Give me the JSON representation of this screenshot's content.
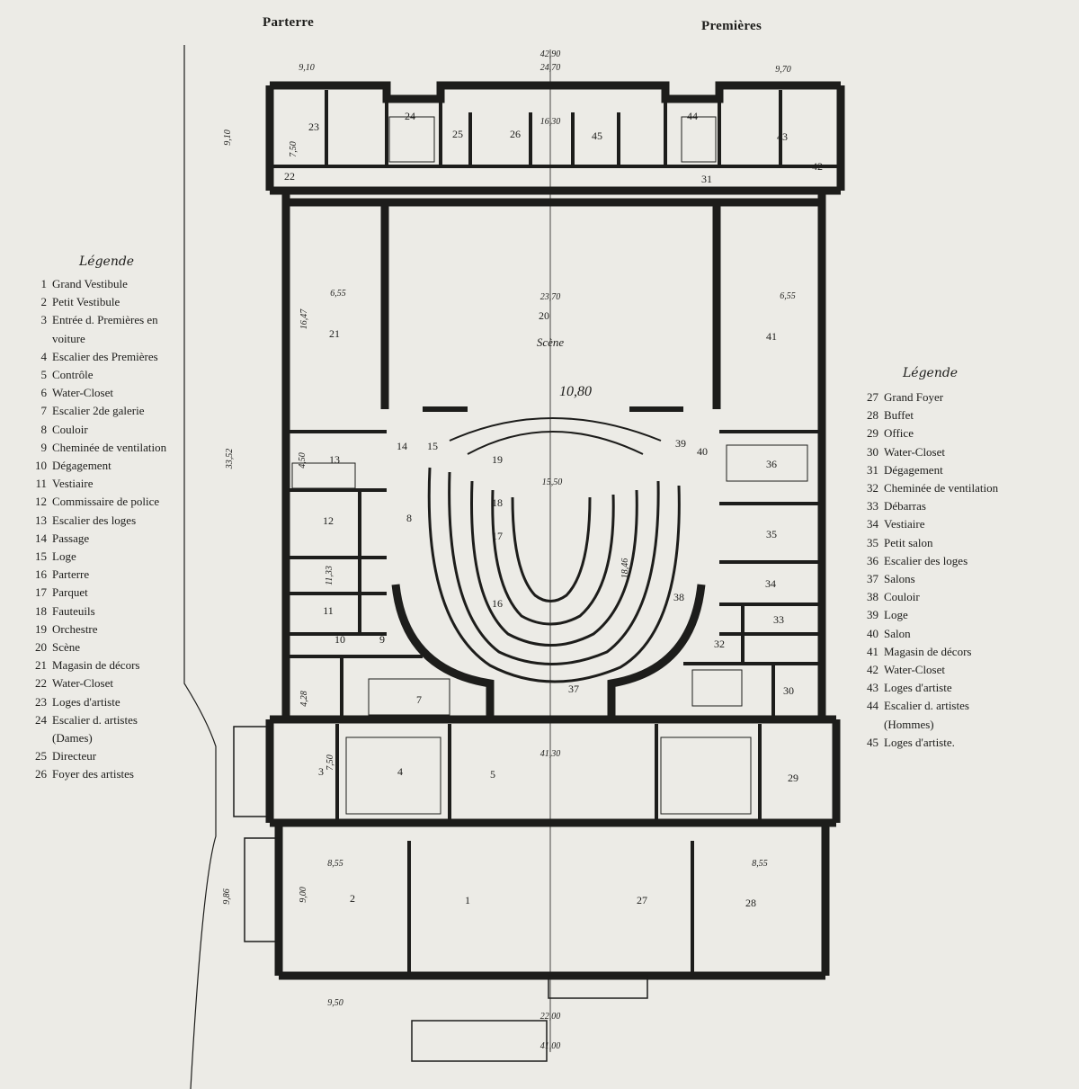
{
  "headers": {
    "left": "Parterre",
    "right": "Premières"
  },
  "legend_title_left": "Légende",
  "legend_title_right": "Légende",
  "legend_left": [
    {
      "num": "1",
      "label": "Grand Vestibule"
    },
    {
      "num": "2",
      "label": "Petit Vestibule"
    },
    {
      "num": "3",
      "label": "Entrée d. Premières en voiture"
    },
    {
      "num": "4",
      "label": "Escalier des Premières"
    },
    {
      "num": "5",
      "label": "Contrôle"
    },
    {
      "num": "6",
      "label": "Water-Closet"
    },
    {
      "num": "7",
      "label": "Escalier 2de galerie"
    },
    {
      "num": "8",
      "label": "Couloir"
    },
    {
      "num": "9",
      "label": "Cheminée de ventilation"
    },
    {
      "num": "10",
      "label": "Dégagement"
    },
    {
      "num": "11",
      "label": "Vestiaire"
    },
    {
      "num": "12",
      "label": "Commissaire de police"
    },
    {
      "num": "13",
      "label": "Escalier des loges"
    },
    {
      "num": "14",
      "label": "Passage"
    },
    {
      "num": "15",
      "label": "Loge"
    },
    {
      "num": "16",
      "label": "Parterre"
    },
    {
      "num": "17",
      "label": "Parquet"
    },
    {
      "num": "18",
      "label": "Fauteuils"
    },
    {
      "num": "19",
      "label": "Orchestre"
    },
    {
      "num": "20",
      "label": "Scène"
    },
    {
      "num": "21",
      "label": "Magasin de décors"
    },
    {
      "num": "22",
      "label": "Water-Closet"
    },
    {
      "num": "23",
      "label": "Loges d'artiste"
    },
    {
      "num": "24",
      "label": "Escalier d. artistes (Dames)"
    },
    {
      "num": "25",
      "label": "Directeur"
    },
    {
      "num": "26",
      "label": "Foyer des artistes"
    }
  ],
  "legend_right": [
    {
      "num": "27",
      "label": "Grand Foyer"
    },
    {
      "num": "28",
      "label": "Buffet"
    },
    {
      "num": "29",
      "label": "Office"
    },
    {
      "num": "30",
      "label": "Water-Closet"
    },
    {
      "num": "31",
      "label": "Dégagement"
    },
    {
      "num": "32",
      "label": "Cheminée de ventilation"
    },
    {
      "num": "33",
      "label": "Débarras"
    },
    {
      "num": "34",
      "label": "Vestiaire"
    },
    {
      "num": "35",
      "label": "Petit salon"
    },
    {
      "num": "36",
      "label": "Escalier des loges"
    },
    {
      "num": "37",
      "label": "Salons"
    },
    {
      "num": "38",
      "label": "Couloir"
    },
    {
      "num": "39",
      "label": "Loge"
    },
    {
      "num": "40",
      "label": "Salon"
    },
    {
      "num": "41",
      "label": "Magasin de décors"
    },
    {
      "num": "42",
      "label": "Water-Closet"
    },
    {
      "num": "43",
      "label": "Loges d'artiste"
    },
    {
      "num": "44",
      "label": "Escalier d. artistes (Hommes)"
    },
    {
      "num": "45",
      "label": "Loges d'artiste."
    }
  ],
  "plan": {
    "scene_label": "Scène",
    "stage_opening": "10,80",
    "room_labels": [
      "1",
      "2",
      "3",
      "4",
      "5",
      "7",
      "8",
      "9",
      "10",
      "11",
      "12",
      "13",
      "14",
      "15",
      "16",
      "17",
      "18",
      "19",
      "20",
      "21",
      "22",
      "23",
      "24",
      "25",
      "26",
      "27",
      "28",
      "29",
      "30",
      "31",
      "32",
      "33",
      "34",
      "35",
      "36",
      "37",
      "38",
      "39",
      "40",
      "41",
      "42",
      "43",
      "44",
      "45"
    ],
    "dimensions": [
      "42,90",
      "24,70",
      "9,10",
      "9,70",
      "16,30",
      "23,70",
      "6,55",
      "6,55",
      "16,47",
      "4,50",
      "11,33",
      "18,46",
      "15,50",
      "41,30",
      "33,52",
      "8,55",
      "8,55",
      "9,00",
      "22,00",
      "41,00",
      "9,50",
      "9,10",
      "7,50",
      "7,50",
      "4,28",
      "9,86"
    ]
  },
  "colors": {
    "paper": "#ecebe6",
    "ink": "#1d1d1b",
    "faint_text": "#b7b6b0"
  }
}
